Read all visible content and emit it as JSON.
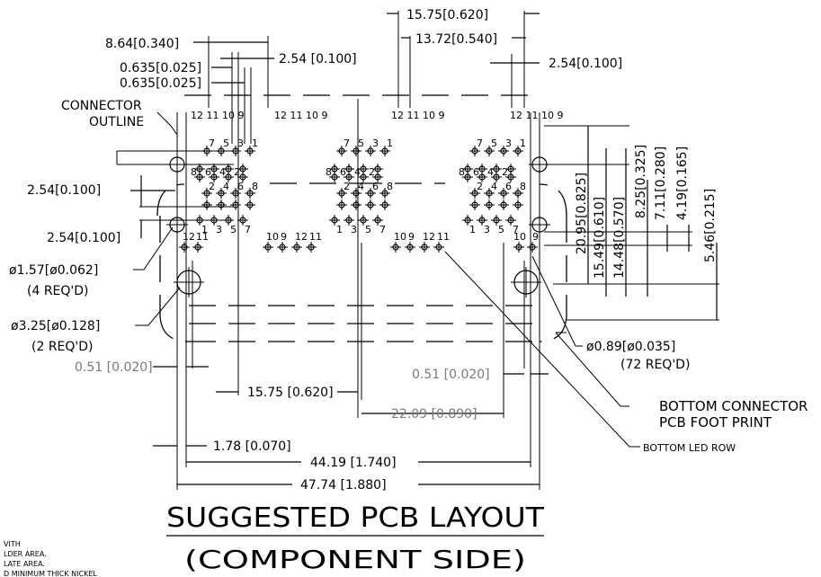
{
  "title": "SUGGESTED PCB LAYOUT",
  "subtitle": "(COMPONENT SIDE)",
  "dimensions": {
    "top_total": "15.75[0.620]",
    "top_inner": "13.72[0.540]",
    "pitch_864": "8.64[0.340]",
    "pitch_254_top": "2.54 [0.100]",
    "offset_0635_a": "0.635[0.025]",
    "offset_0635_b": "0.635[0.025]",
    "right_254": "2.54[0.100]",
    "left_254_a": "2.54[0.100]",
    "left_254_b": "2.54[0.100]",
    "h_2095": "20.95[0.825]",
    "h_1549": "15.49[0.610]",
    "h_1448": "14.48[0.570]",
    "h_825": "8.25[0.325]",
    "h_711": "7.11[0.280]",
    "h_419": "4.19[0.165]",
    "h_546": "5.46[0.215]",
    "dim_051_left": "0.51 [0.020]",
    "dim_051_right": "0.51 [0.020]",
    "dim_1575_bottom": "15.75 [0.620]",
    "dim_2209": "22.09 [0.890]",
    "dim_178": "1.78 [0.070]",
    "dim_4419": "44.19 [1.740]",
    "dim_4774": "47.74 [1.880]"
  },
  "callouts": {
    "connector_outline_1": "CONNECTOR",
    "connector_outline_2": "OUTLINE",
    "hole_small_1": "ø1.57[ø0.062]",
    "hole_small_2": "(4 REQ'D)",
    "hole_large_1": "ø3.25[ø0.128]",
    "hole_large_2": "(2 REQ'D)",
    "pin_hole_1": "ø0.89[ø0.035]",
    "pin_hole_2": "(72 REQ'D)",
    "bottom_conn_1": "BOTTOM CONNECTOR",
    "bottom_conn_2": "PCB FOOT PRINT",
    "bottom_led": "BOTTOM LED ROW"
  },
  "notes": [
    "VITH",
    "LDER AREA.",
    "LATE AREA.",
    "D MINIMUM THICK NICKEL"
  ],
  "pin_labels": {
    "top_row_left": [
      "12",
      "11",
      "10",
      "9"
    ],
    "top_row_right": [
      "12",
      "11",
      "10",
      "9"
    ],
    "odd": [
      "7",
      "5",
      "3",
      "1"
    ],
    "even": [
      "8",
      "6",
      "4",
      "2"
    ],
    "low_odd": [
      "1",
      "3",
      "5",
      "7"
    ],
    "low_even": [
      "2",
      "4",
      "6",
      "8"
    ]
  }
}
